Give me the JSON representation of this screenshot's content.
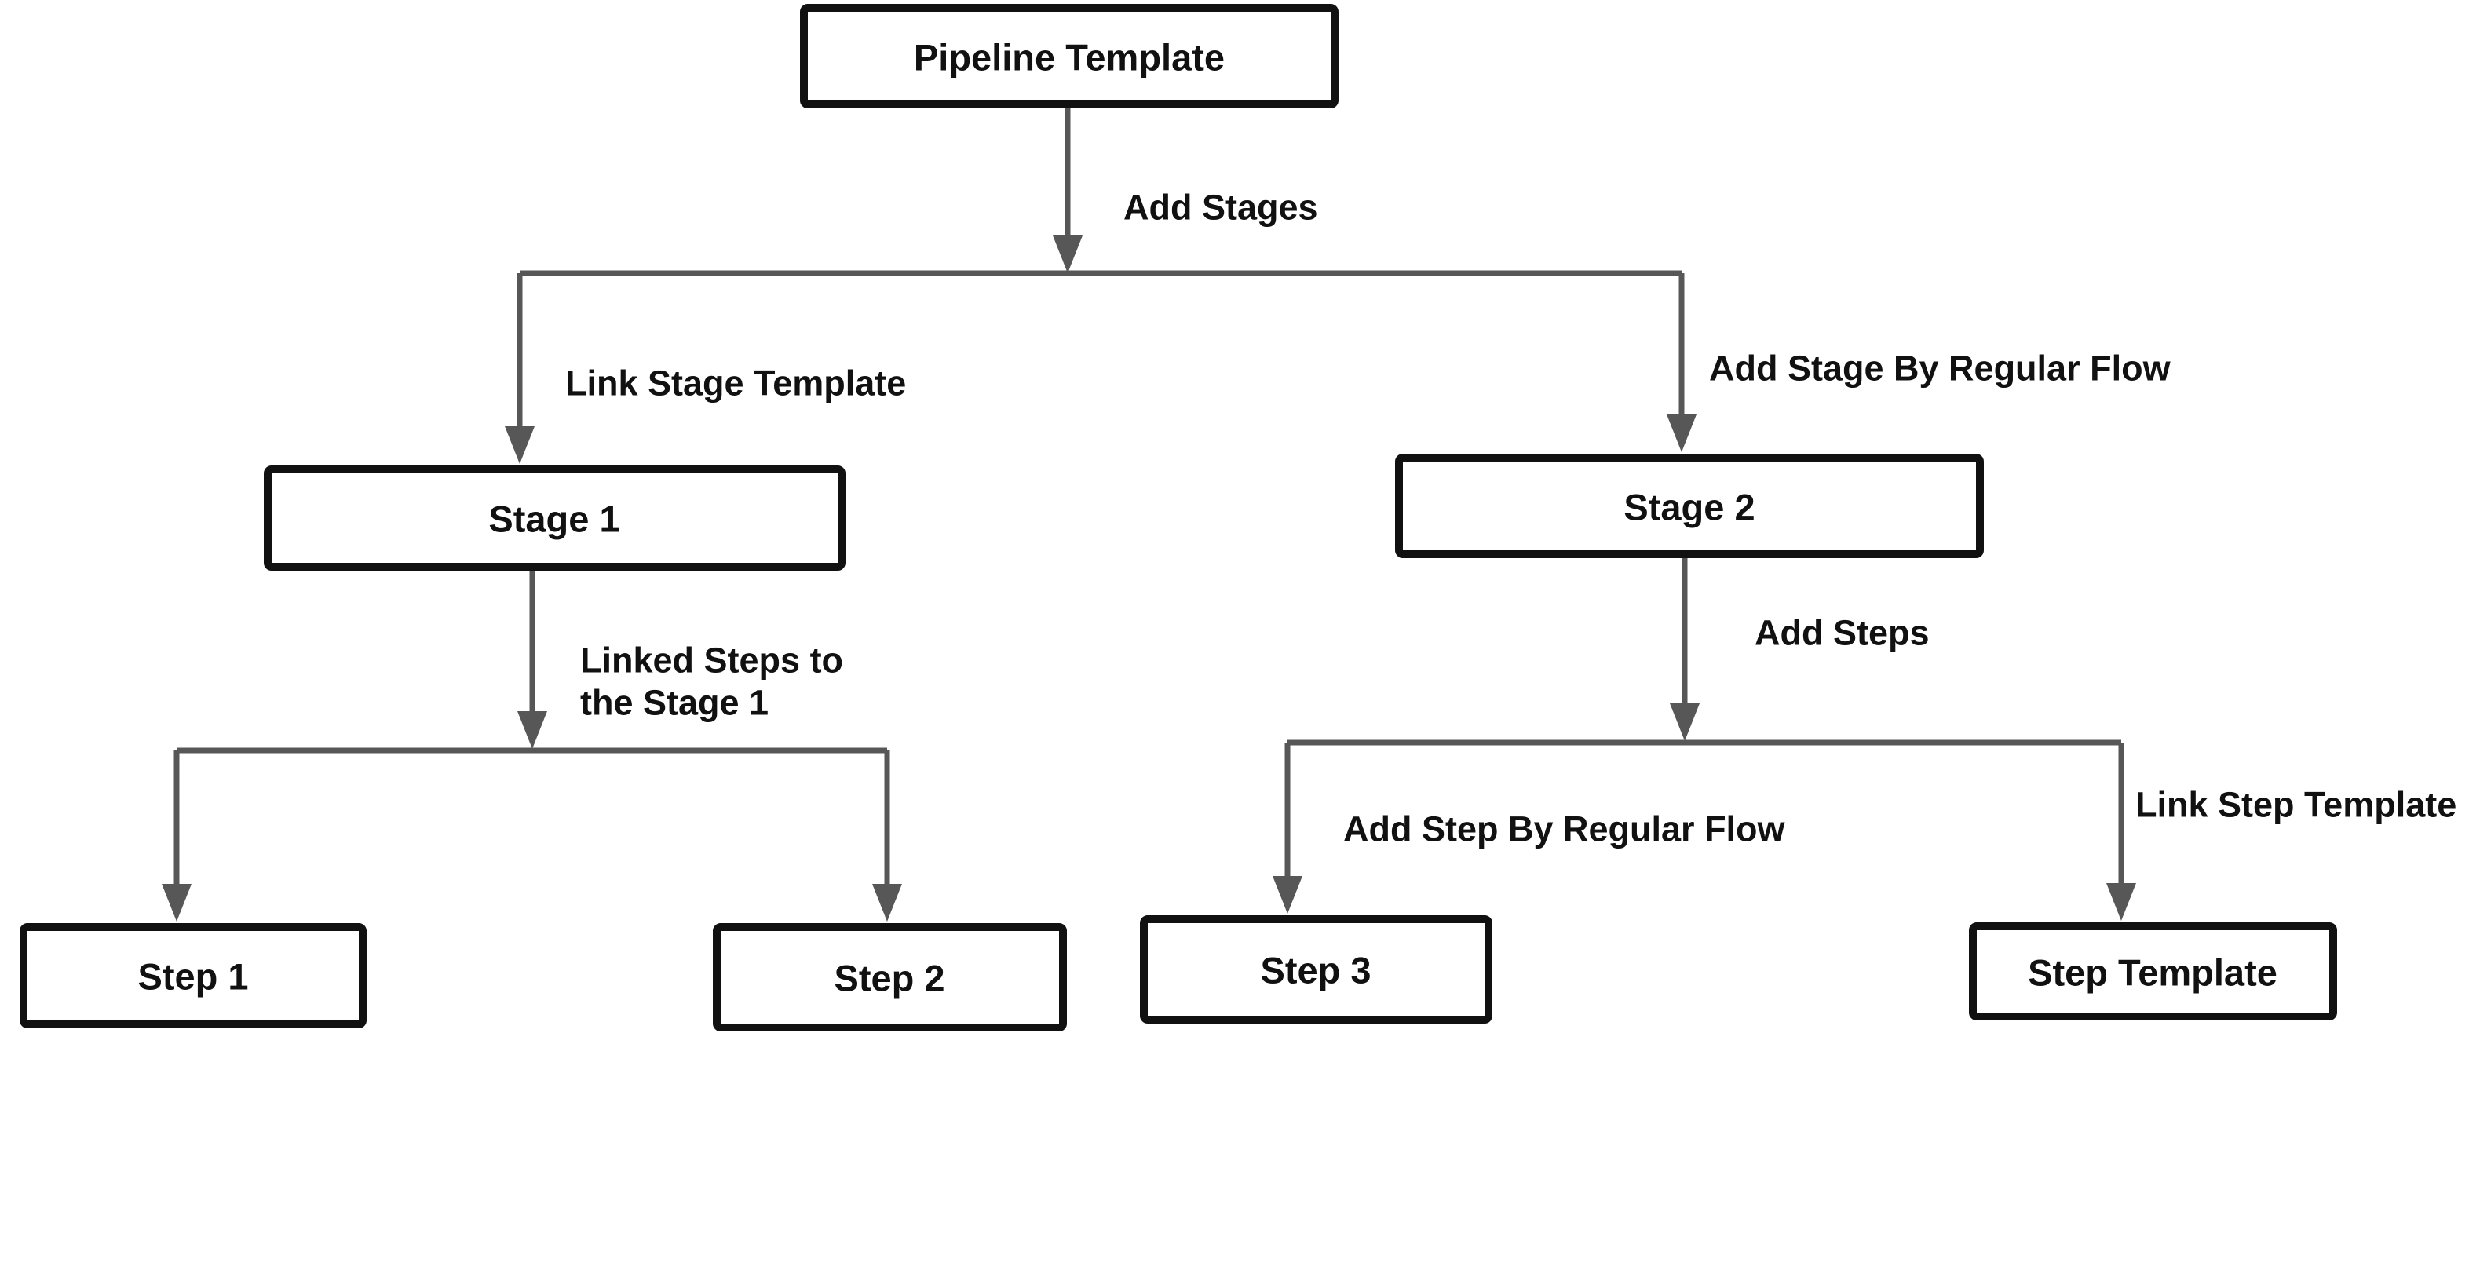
{
  "diagram": {
    "type": "flowchart",
    "background_color": "#ffffff",
    "colors": {
      "box_border": "#111111",
      "box_fill": "#ffffff",
      "connector": "#575757",
      "label_text": "#111111"
    },
    "nodes": {
      "pipeline_template": {
        "label": "Pipeline Template"
      },
      "stage_1": {
        "label": "Stage 1"
      },
      "stage_2": {
        "label": "Stage 2"
      },
      "step_1": {
        "label": "Step 1"
      },
      "step_2": {
        "label": "Step 2"
      },
      "step_3": {
        "label": "Step 3"
      },
      "step_template": {
        "label": "Step Template"
      }
    },
    "edge_labels": {
      "add_stages": "Add Stages",
      "link_stage_template": "Link Stage Template",
      "add_stage_by_regular_flow": "Add Stage By Regular Flow",
      "linked_steps_line1": "Linked Steps to",
      "linked_steps_line2": "the Stage 1",
      "add_steps": "Add Steps",
      "add_step_by_regular_flow": "Add Step By Regular Flow",
      "link_step_template": "Link Step Template"
    },
    "edges": [
      {
        "from": "pipeline_template",
        "to": "stage_1",
        "label_key": "link_stage_template"
      },
      {
        "from": "pipeline_template",
        "to": "stage_2",
        "label_key": "add_stage_by_regular_flow"
      },
      {
        "from": "pipeline_template",
        "branch_label_key": "add_stages"
      },
      {
        "from": "stage_1",
        "to": "step_1",
        "branch_label_key": "linked_steps_line1"
      },
      {
        "from": "stage_1",
        "to": "step_2",
        "branch_label_key": "linked_steps_line1"
      },
      {
        "from": "stage_2",
        "to": "step_3",
        "label_key": "add_step_by_regular_flow"
      },
      {
        "from": "stage_2",
        "to": "step_template",
        "label_key": "link_step_template"
      },
      {
        "from": "stage_2",
        "branch_label_key": "add_steps"
      }
    ]
  }
}
